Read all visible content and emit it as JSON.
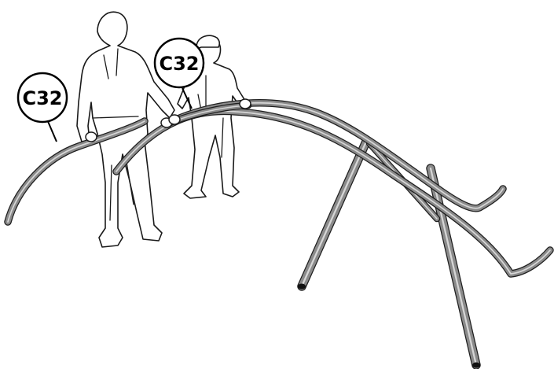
{
  "callouts": [
    {
      "id": "left",
      "label": "C32"
    },
    {
      "id": "center",
      "label": "C32"
    }
  ],
  "colors": {
    "tube_fill": "#8a8a8a",
    "tube_outline": "#1f1f1f",
    "line_art": "#1a1a1a",
    "background": "#ffffff"
  }
}
